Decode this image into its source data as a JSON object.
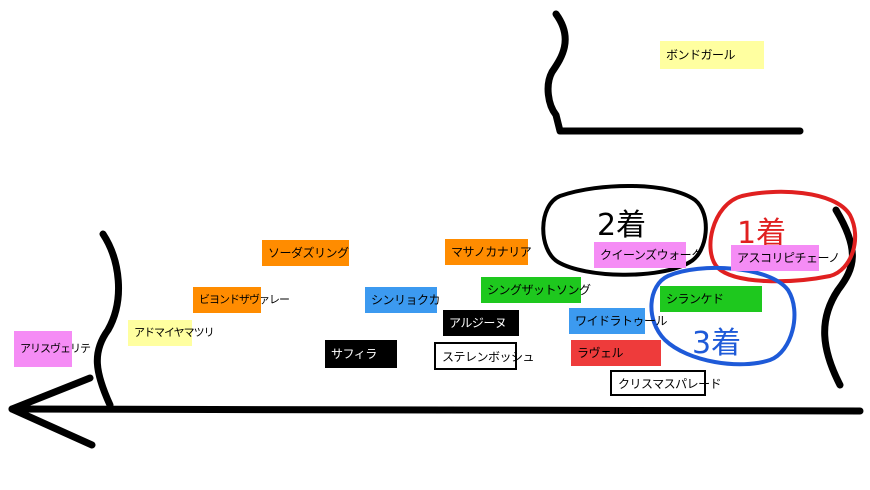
{
  "colors": {
    "line": "#000000",
    "yellow": "#ffffa0",
    "orange": "#ff8c00",
    "blue": "#3c9af0",
    "green": "#1ec81e",
    "pink": "#f58cf5",
    "red": "#ee3b3b",
    "black": "#000000",
    "white": "#ffffff",
    "circle_red": "#e02020",
    "circle_blue": "#1e5ad8",
    "circle_black": "#000000"
  },
  "horses": {
    "bond_girl": "ボンドガール",
    "soda_sling": "ソーダズリング",
    "masano_canaria": "マサノカナリア",
    "queens_walk": "クイーンズウォーク",
    "ascoli_piceno": "アスコリピチェーノ",
    "beyond_the_valley": "ビヨンドザヴァレー",
    "shinryoku_ka": "シンリョクカ",
    "sing_that_song": "シングザットソング",
    "shiran_kedo": "シランケド",
    "admire_yamatsuri": "アドマイヤマツリ",
    "al_jiinu": "アルジーヌ",
    "wide_latour": "ワイドラトゥール",
    "arisu_verite": "アリスヴェリテ",
    "saffira": "サフィラ",
    "stellenbosch": "ステレンボッシュ",
    "ravel": "ラヴェル",
    "christmas_parade": "クリスマスパレード"
  },
  "placings": {
    "first": "1着",
    "second": "2着",
    "third": "3着"
  }
}
